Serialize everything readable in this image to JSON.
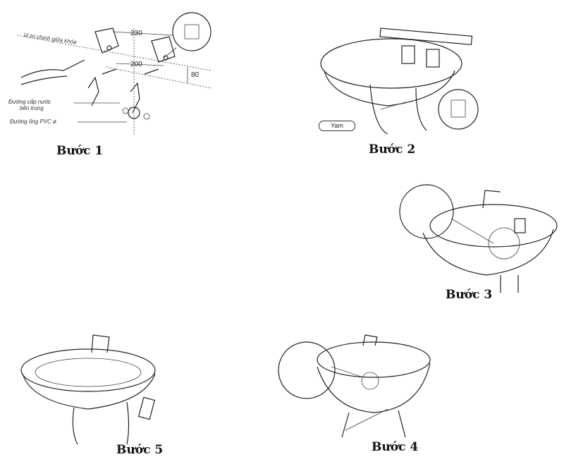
{
  "steps": [
    {
      "caption": "Bước 1",
      "labels": {
        "center": "Vị trí chính giữa khóa",
        "supply": "Đường cấp nước",
        "supply2": "bên trong",
        "pvc": "Đường ống PVC ø",
        "dim_top": "230",
        "dim_mid": "200",
        "dim_side": "80"
      }
    },
    {
      "caption": "Bước 2",
      "tag": "Yam"
    },
    {
      "caption": "Bước 3"
    },
    {
      "caption": "Bước 4"
    },
    {
      "caption": "Bước 5"
    }
  ]
}
